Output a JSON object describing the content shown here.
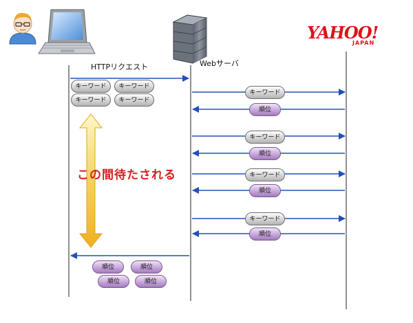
{
  "labels": {
    "http_request": "HTTPリクエスト",
    "web_server": "Webサーバ",
    "wait_text": "この間待たされる",
    "yahoo_logo": "YAHOO!",
    "japan_logo": "JAPAN"
  },
  "client_keywords": [
    "キーワード",
    "キーワード",
    "キーワード",
    "キーワード"
  ],
  "server_exchanges": [
    {
      "request": "キーワード",
      "response": "順位"
    },
    {
      "request": "キーワード",
      "response": "順位"
    },
    {
      "request": "キーワード",
      "response": "順位"
    },
    {
      "request": "キーワード",
      "response": "順位"
    }
  ],
  "client_rankings": [
    "順位",
    "順位",
    "順位",
    "順位"
  ],
  "colors": {
    "arrow": "#2150b8",
    "wait_text": "#d42020",
    "wait_arrow": "#f3c63c",
    "keyword_pill": "#c8c8c8",
    "rank_pill": "#b78fd0",
    "logo": "#e0101a"
  },
  "icons": [
    "user-icon",
    "laptop-icon",
    "server-icon"
  ]
}
